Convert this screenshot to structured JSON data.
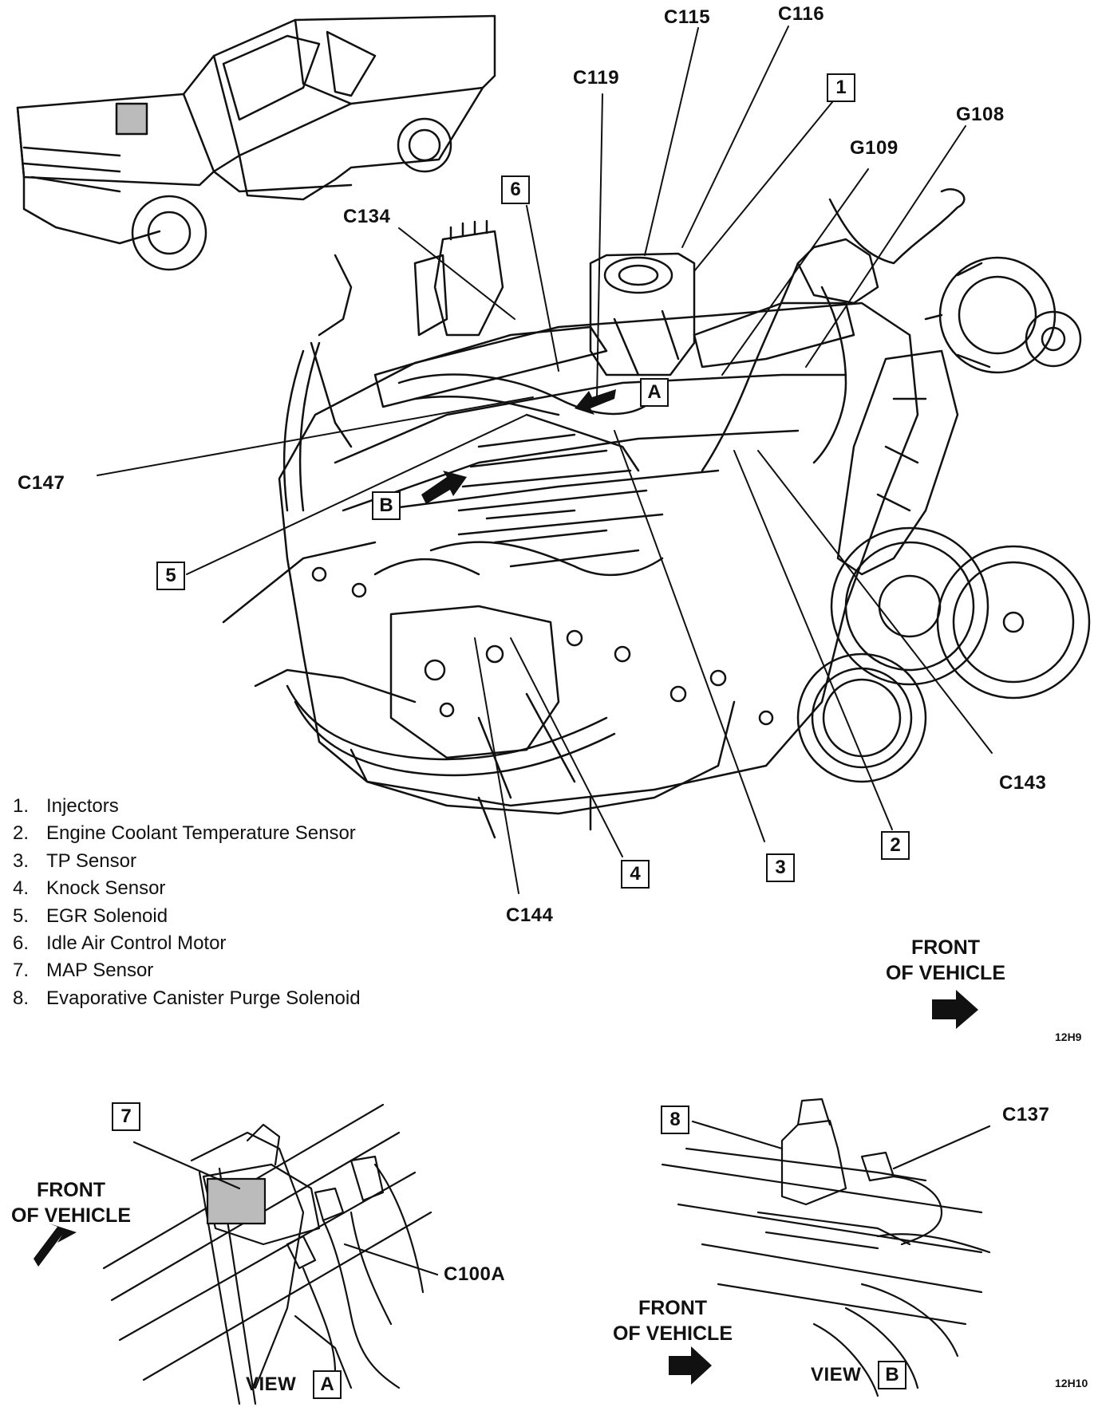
{
  "connectors": {
    "c115": "C115",
    "c116": "C116",
    "c119": "C119",
    "g108": "G108",
    "g109": "G109",
    "c134": "C134",
    "c147": "C147",
    "c143": "C143",
    "c144": "C144",
    "c100a": "C100A",
    "c137": "C137"
  },
  "callouts": {
    "n1": "1",
    "n2": "2",
    "n3": "3",
    "n4": "4",
    "n5": "5",
    "n6": "6",
    "n7": "7",
    "n8": "8",
    "view_a_box": "A",
    "view_b_box": "B"
  },
  "legend": [
    {
      "num": "1.",
      "label": "Injectors"
    },
    {
      "num": "2.",
      "label": "Engine Coolant Temperature Sensor"
    },
    {
      "num": "3.",
      "label": "TP Sensor"
    },
    {
      "num": "4.",
      "label": "Knock Sensor"
    },
    {
      "num": "5.",
      "label": "EGR Solenoid"
    },
    {
      "num": "6.",
      "label": "Idle Air Control Motor"
    },
    {
      "num": "7.",
      "label": "MAP Sensor"
    },
    {
      "num": "8.",
      "label": "Evaporative Canister Purge Solenoid"
    }
  ],
  "front_of_vehicle": {
    "main_line1": "FRONT",
    "main_line2": "OF VEHICLE",
    "view_a_line1": "FRONT",
    "view_a_line2": "OF VEHICLE",
    "view_b_line1": "FRONT",
    "view_b_line2": "OF VEHICLE"
  },
  "views": {
    "view_a_label": "VIEW",
    "view_a_box": "A",
    "view_b_label": "VIEW",
    "view_b_box": "B"
  },
  "figure_codes": {
    "main": "12H9",
    "views": "12H10"
  }
}
